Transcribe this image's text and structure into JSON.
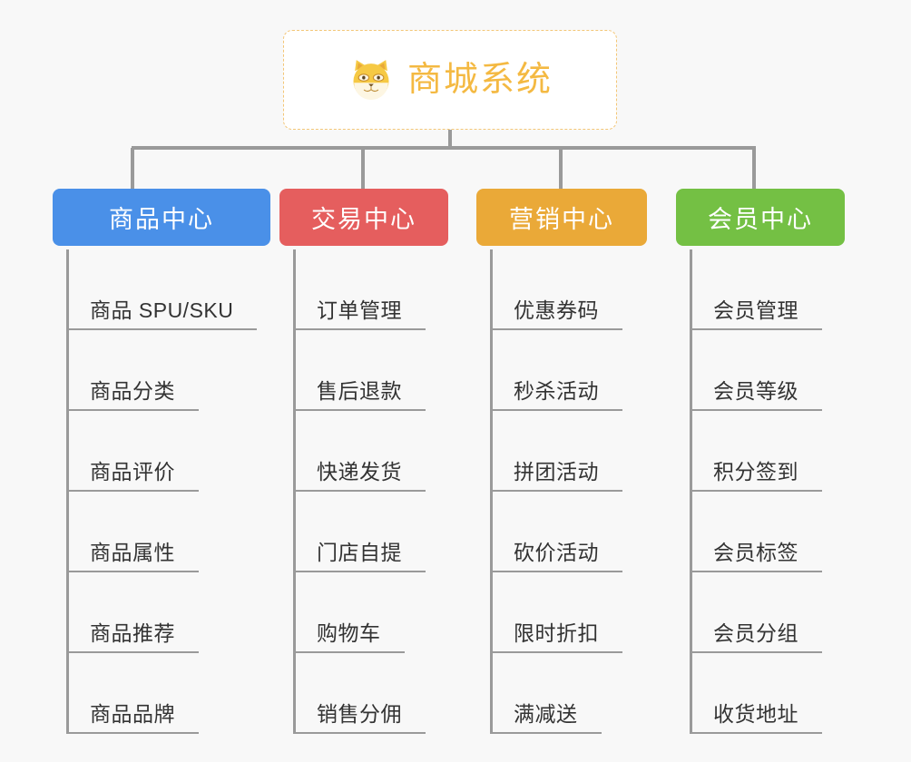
{
  "diagram": {
    "type": "org-tree",
    "background_color": "#f8f8f8",
    "connector_color": "#9a9a9a",
    "root": {
      "title": "商城系统",
      "icon": "shiba-dog-icon",
      "text_color": "#f4b942",
      "border_color": "#f3c677",
      "background": "#ffffff"
    },
    "branches": [
      {
        "label": "商品中心",
        "color": "#4a90e8",
        "items": [
          "商品 SPU/SKU",
          "商品分类",
          "商品评价",
          "商品属性",
          "商品推荐",
          "商品品牌"
        ]
      },
      {
        "label": "交易中心",
        "color": "#e55e5e",
        "items": [
          "订单管理",
          "售后退款",
          "快递发货",
          "门店自提",
          "购物车",
          "销售分佣"
        ]
      },
      {
        "label": "营销中心",
        "color": "#eaa938",
        "items": [
          "优惠券码",
          "秒杀活动",
          "拼团活动",
          "砍价活动",
          "限时折扣",
          "满减送"
        ]
      },
      {
        "label": "会员中心",
        "color": "#74c044",
        "items": [
          "会员管理",
          "会员等级",
          "积分签到",
          "会员标签",
          "会员分组",
          "收货地址"
        ]
      }
    ]
  }
}
